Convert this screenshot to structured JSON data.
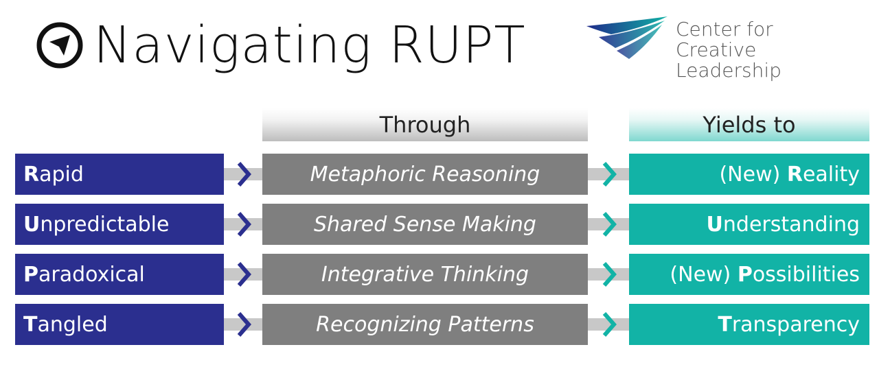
{
  "header": {
    "title": "Navigating RUPT",
    "logo_line1": "Center for",
    "logo_line2": "Creative Leadership"
  },
  "columns": {
    "through": "Through",
    "yields": "Yields to"
  },
  "rows": [
    {
      "left_initial": "R",
      "left_rest": "apid",
      "middle": "Metaphoric Reasoning",
      "right_prefix": "(New) ",
      "right_initial": "R",
      "right_rest": "eality"
    },
    {
      "left_initial": "U",
      "left_rest": "npredictable",
      "middle": "Shared Sense Making",
      "right_prefix": "",
      "right_initial": "U",
      "right_rest": "nderstanding"
    },
    {
      "left_initial": "P",
      "left_rest": "aradoxical",
      "middle": "Integrative Thinking",
      "right_prefix": "(New) ",
      "right_initial": "P",
      "right_rest": "ossibilities"
    },
    {
      "left_initial": "T",
      "left_rest": "angled",
      "middle": "Recognizing Patterns",
      "right_prefix": "",
      "right_initial": "T",
      "right_rest": "ransparency"
    }
  ],
  "colors": {
    "left": "#2b2f8f",
    "middle": "#7f7f7f",
    "right": "#12b3a6",
    "chevron_left": "#2b2f8f",
    "chevron_right": "#12b3a6"
  },
  "icons": {
    "title": "compass-arrow-icon",
    "arrow": "chevron-right-icon",
    "logo": "ccl-logo-swoosh"
  }
}
